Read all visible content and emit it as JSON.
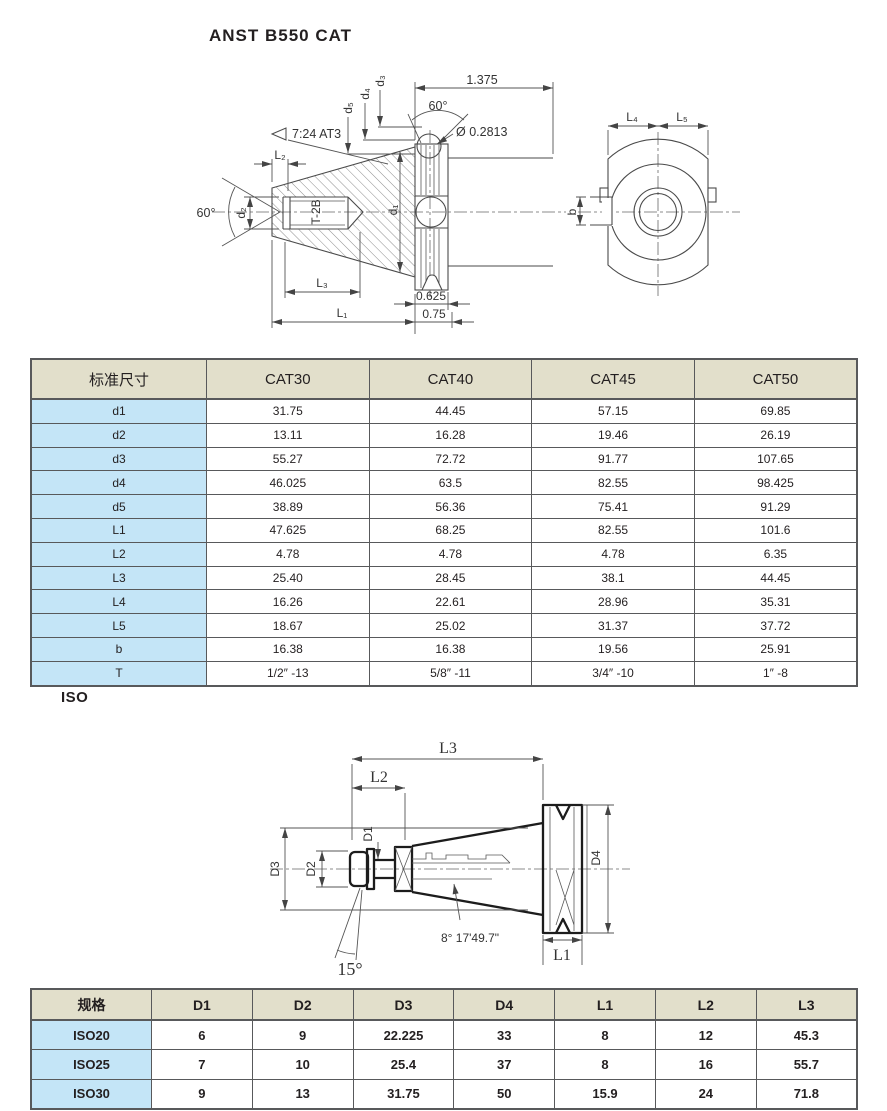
{
  "title": "ANST B550 CAT",
  "iso_heading": "ISO",
  "colors": {
    "table_header_bg": "#e2dfcb",
    "row_label_bg": "#c4e5f7",
    "table_border": "#58595b",
    "drawing_line": "#4a4a4a"
  },
  "cat_drawing": {
    "dim_width_top": "1.375",
    "angle_ball": "60°",
    "ball_diameter": "Ø 0.2813",
    "taper_note": "7:24  AT3",
    "d3": "d₃",
    "d4": "d₄",
    "d5": "d₅",
    "L2": "L₂",
    "d2": "d₂",
    "angle_taper": "60°",
    "thread": "T-2B",
    "d1": "d₁",
    "L3": "L₃",
    "L1": "L₁",
    "dim_groove": "0.625",
    "dim_flange": "0.75",
    "L4": "L₄",
    "L5": "L₅",
    "b": "b"
  },
  "cat_table": {
    "headers": [
      "标准尺寸",
      "CAT30",
      "CAT40",
      "CAT45",
      "CAT50"
    ],
    "rows": [
      {
        "label": "d1",
        "values": [
          "31.75",
          "44.45",
          "57.15",
          "69.85"
        ]
      },
      {
        "label": "d2",
        "values": [
          "13.11",
          "16.28",
          "19.46",
          "26.19"
        ]
      },
      {
        "label": "d3",
        "values": [
          "55.27",
          "72.72",
          "91.77",
          "107.65"
        ]
      },
      {
        "label": "d4",
        "values": [
          "46.025",
          "63.5",
          "82.55",
          "98.425"
        ]
      },
      {
        "label": "d5",
        "values": [
          "38.89",
          "56.36",
          "75.41",
          "91.29"
        ]
      },
      {
        "label": "L1",
        "values": [
          "47.625",
          "68.25",
          "82.55",
          "101.6"
        ]
      },
      {
        "label": "L2",
        "values": [
          "4.78",
          "4.78",
          "4.78",
          "6.35"
        ]
      },
      {
        "label": "L3",
        "values": [
          "25.40",
          "28.45",
          "38.1",
          "44.45"
        ]
      },
      {
        "label": "L4",
        "values": [
          "16.26",
          "22.61",
          "28.96",
          "35.31"
        ]
      },
      {
        "label": "L5",
        "values": [
          "18.67",
          "25.02",
          "31.37",
          "37.72"
        ]
      },
      {
        "label": "b",
        "values": [
          "16.38",
          "16.38",
          "19.56",
          "25.91"
        ]
      },
      {
        "label": "T",
        "values": [
          "1/2″ -13",
          "5/8″ -11",
          "3/4″ -10",
          "1″ -8"
        ]
      }
    ]
  },
  "iso_drawing": {
    "L3": "L3",
    "L2": "L2",
    "L1": "L1",
    "D1": "D1",
    "D2": "D2",
    "D3": "D3",
    "D4": "D4",
    "angle_front": "15°",
    "angle_taper": "8° 17'49.7\""
  },
  "iso_table": {
    "headers": [
      "规格",
      "D1",
      "D2",
      "D3",
      "D4",
      "L1",
      "L2",
      "L3"
    ],
    "rows": [
      {
        "label": "ISO20",
        "values": [
          "6",
          "9",
          "22.225",
          "33",
          "8",
          "12",
          "45.3"
        ]
      },
      {
        "label": "ISO25",
        "values": [
          "7",
          "10",
          "25.4",
          "37",
          "8",
          "16",
          "55.7"
        ]
      },
      {
        "label": "ISO30",
        "values": [
          "9",
          "13",
          "31.75",
          "50",
          "15.9",
          "24",
          "71.8"
        ]
      }
    ]
  }
}
